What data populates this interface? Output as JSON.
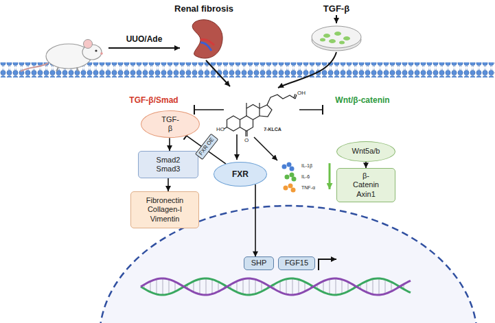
{
  "diagram": {
    "nodes": [
      {
        "text": [
          "TGF-β"
        ]
      },
      {
        "text": [
          "Smad2 Smad3"
        ]
      },
      {
        "text": [
          "Fibronectin Collagen-I Vimentin"
        ]
      },
      {
        "text": [
          "FXR OE"
        ]
      },
      {
        "text": [
          "FXR"
        ]
      },
      {
        "text": [
          "Wnt5a/b"
        ]
      },
      {
        "text": [
          "β-Catenin Axin1"
        ]
      },
      {
        "text": [
          "SHP"
        ]
      },
      {
        "text": [
          "FGF15"
        ]
      }
    ],
    "edges": [
      {
        "from": 0,
        "to": 1,
        "arrow": "to"
      },
      {
        "from": 1,
        "to": 2,
        "arrow": "to"
      },
      {
        "from": 4,
        "to": 0,
        "arrow": "to"
      },
      {
        "from": 4,
        "to": 7,
        "arrow": "to"
      },
      {
        "from": 5,
        "to": 6,
        "arrow": "to"
      }
    ],
    "labels": [
      "Renal fibrosis",
      "TGF-β",
      "UUO/Ade",
      "TGF-β/Smad",
      "Wnt/β-catenin",
      "HO",
      "OH",
      "O",
      "7-KLCA",
      "IL-1β",
      "IL-6",
      "TNF-α"
    ]
  }
}
